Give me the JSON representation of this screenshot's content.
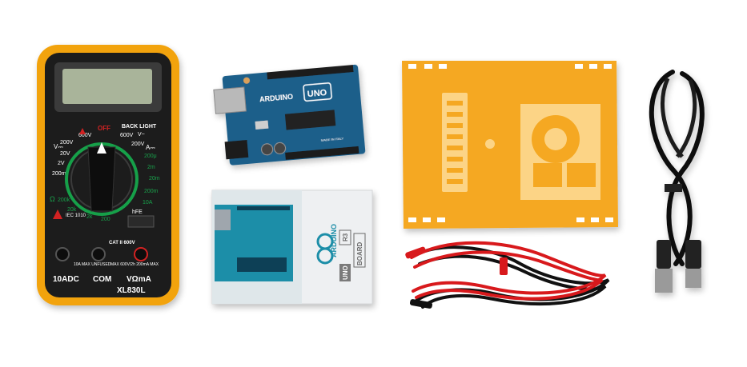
{
  "multimeter": {
    "model": "XL830L",
    "back_light": "BACK LIGHT",
    "off": "OFF",
    "v600_left": "600V",
    "v600_right": "600V",
    "v_dc": "V⎓",
    "v_ac": "V~",
    "a_dc": "A⎓",
    "ranges_left": [
      "200V",
      "20V",
      "2V",
      "200m",
      "200k",
      "20k",
      "2k"
    ],
    "ranges_right": [
      "200V",
      "200μ",
      "2m",
      "20m",
      "200m",
      "10A",
      "hFE"
    ],
    "ohm": "Ω",
    "bottom_a": "200",
    "iec": "IEC 1010",
    "cat": "CAT II 600V",
    "port_10a": "10ADC",
    "port_com": "COM",
    "port_vma": "VΩmA",
    "fuse_left": "10A MAX UNFUSED",
    "fuse_right": "MAX 600V/2h 200mA MAX",
    "colors": {
      "body": "#f2a310",
      "face": "#1e1e1e",
      "lcd": "#a9b49a",
      "knob": "#1a1a1a",
      "green_ring": "#19a04a",
      "red": "#d22222"
    }
  },
  "arduino": {
    "logo_text": "ARDUINO",
    "uno_text": "UNO",
    "made_in": "MADE IN ITALY",
    "colors": {
      "pcb": "#1f5f8a",
      "header": "#1a1a1a",
      "usb": "#b9b9b9"
    }
  },
  "box": {
    "brand": "ARDUINO",
    "product": "UNO",
    "revision": "R3",
    "kind": "BOARD",
    "colors": {
      "box": "#eef0f2",
      "art": "#1e8ea8",
      "ink": "#6b6b6b"
    }
  },
  "acrylic_plate": {
    "colors": {
      "plate": "#f5a820",
      "hole": "#ffffff"
    }
  },
  "test_leads": {
    "colors": {
      "red": "#d8191c",
      "black": "#111111"
    }
  },
  "usb_cable": {
    "colors": {
      "cable": "#111111",
      "connector": "#202020"
    }
  }
}
